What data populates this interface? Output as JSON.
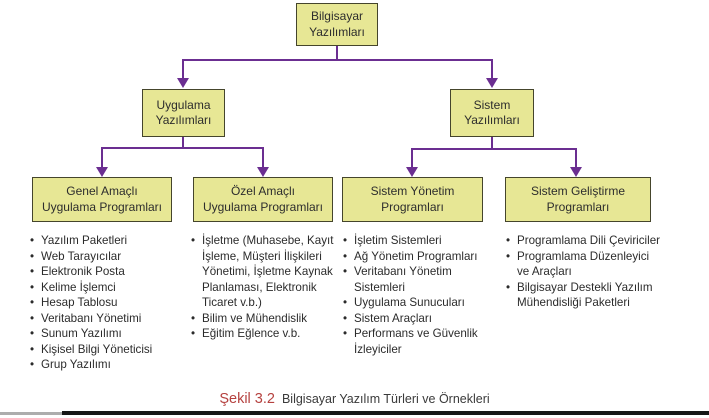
{
  "colors": {
    "box_fill": "#e7e795",
    "box_border": "#45452c",
    "connector": "#6b2e91",
    "caption_accent": "#b5413f",
    "text": "#2b2b2b"
  },
  "tree": {
    "root": "Bilgisayar\nYazılımları",
    "level2": [
      {
        "label": "Uygulama\nYazılımları"
      },
      {
        "label": "Sistem\nYazılımları"
      }
    ],
    "level3": [
      {
        "label": "Genel Amaçlı\nUygulama Programları",
        "items": [
          "Yazılım Paketleri",
          "Web Tarayıcılar",
          "Elektronik Posta",
          "Kelime İşlemci",
          "Hesap Tablosu",
          "Veritabanı Yönetimi",
          "Sunum Yazılımı",
          "Kişisel Bilgi Yöneticisi",
          "Grup Yazılımı"
        ]
      },
      {
        "label": "Özel Amaçlı\nUygulama Programları",
        "items": [
          "İşletme (Muhasebe, Kayıt İşleme, Müşteri İlişkileri Yönetimi, İşletme Kaynak Planlaması, Elektronik Ticaret v.b.)",
          "Bilim ve Mühendislik",
          "Eğitim Eğlence v.b."
        ]
      },
      {
        "label": "Sistem Yönetim\nProgramları",
        "items": [
          "İşletim Sistemleri",
          "Ağ Yönetim Programları",
          "Veritabanı Yönetim Sistemleri",
          "Uygulama Sunucuları",
          "Sistem Araçları",
          "Performans ve Güvenlik İzleyiciler"
        ]
      },
      {
        "label": "Sistem Geliştirme\nProgramları",
        "items": [
          "Programlama Dili Çeviriciler",
          "Programlama Düzenleyici ve Araçları",
          "Bilgisayar Destekli Yazılım Mühendisliği Paketleri"
        ]
      }
    ]
  },
  "caption": {
    "figure_label": "Şekil 3.2",
    "title": "Bilgisayar Yazılım Türleri ve Örnekleri"
  }
}
